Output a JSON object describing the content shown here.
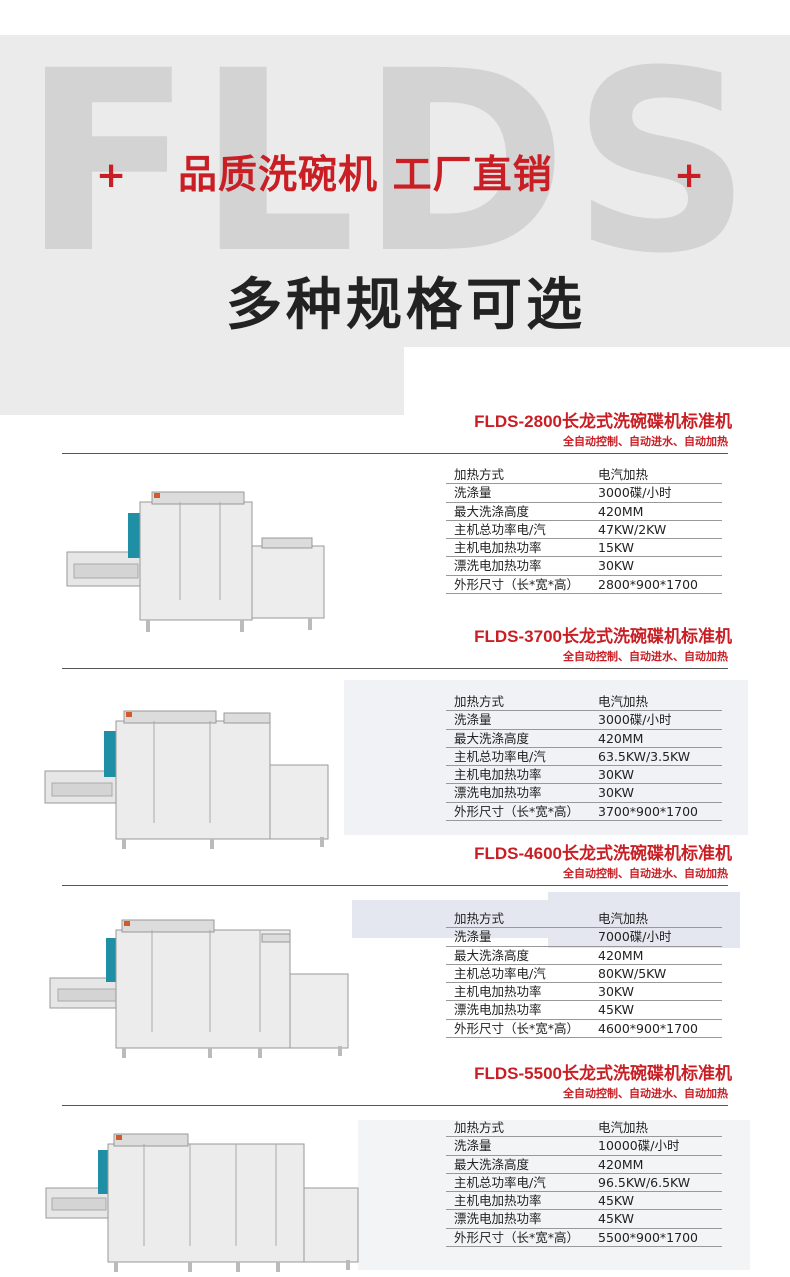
{
  "header": {
    "watermark": "FLDS",
    "plus_left": "+",
    "plus_right": "+",
    "tagline": "品质洗碗机 工厂直销",
    "headline": "多种规格可选"
  },
  "products": [
    {
      "title": "FLDS-2800长龙式洗碗碟机标准机",
      "subtitle": "全自动控制、自动进水、自动加热",
      "specs": [
        {
          "label": "加热方式",
          "value": "电汽加热"
        },
        {
          "label": "洗涤量",
          "value": "3000碟/小时"
        },
        {
          "label": "最大洗涤高度",
          "value": "420MM"
        },
        {
          "label": "主机总功率电/汽",
          "value": "47KW/2KW"
        },
        {
          "label": "主机电加热功率",
          "value": "15KW"
        },
        {
          "label": "漂洗电加热功率",
          "value": "30KW"
        },
        {
          "label": "外形尺寸（长*宽*高）",
          "value": "2800*900*1700"
        }
      ]
    },
    {
      "title": "FLDS-3700长龙式洗碗碟机标准机",
      "subtitle": "全自动控制、自动进水、自动加热",
      "specs": [
        {
          "label": "加热方式",
          "value": "电汽加热"
        },
        {
          "label": "洗涤量",
          "value": "3000碟/小时"
        },
        {
          "label": "最大洗涤高度",
          "value": "420MM"
        },
        {
          "label": "主机总功率电/汽",
          "value": "63.5KW/3.5KW"
        },
        {
          "label": "主机电加热功率",
          "value": "30KW"
        },
        {
          "label": "漂洗电加热功率",
          "value": "30KW"
        },
        {
          "label": "外形尺寸（长*宽*高）",
          "value": "3700*900*1700"
        }
      ]
    },
    {
      "title": "FLDS-4600长龙式洗碗碟机标准机",
      "subtitle": "全自动控制、自动进水、自动加热",
      "specs": [
        {
          "label": "加热方式",
          "value": "电汽加热"
        },
        {
          "label": "洗涤量",
          "value": "7000碟/小时"
        },
        {
          "label": "最大洗涤高度",
          "value": "420MM"
        },
        {
          "label": "主机总功率电/汽",
          "value": "80KW/5KW"
        },
        {
          "label": "主机电加热功率",
          "value": "30KW"
        },
        {
          "label": "漂洗电加热功率",
          "value": "45KW"
        },
        {
          "label": "外形尺寸（长*宽*高）",
          "value": "4600*900*1700"
        }
      ]
    },
    {
      "title": "FLDS-5500长龙式洗碗碟机标准机",
      "subtitle": "全自动控制、自动进水、自动加热",
      "specs": [
        {
          "label": "加热方式",
          "value": "电汽加热"
        },
        {
          "label": "洗涤量",
          "value": "10000碟/小时"
        },
        {
          "label": "最大洗涤高度",
          "value": "420MM"
        },
        {
          "label": "主机总功率电/汽",
          "value": "96.5KW/6.5KW"
        },
        {
          "label": "主机电加热功率",
          "value": "45KW"
        },
        {
          "label": "漂洗电加热功率",
          "value": "45KW"
        },
        {
          "label": "外形尺寸（长*宽*高）",
          "value": "5500*900*1700"
        }
      ]
    }
  ]
}
